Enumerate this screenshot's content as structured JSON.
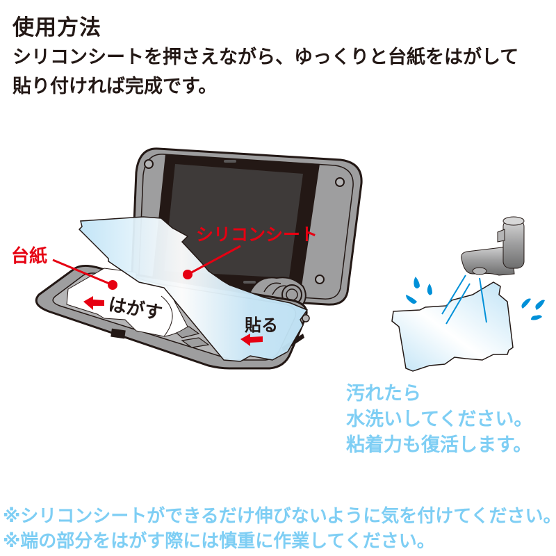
{
  "header": {
    "title": "使用方法",
    "instructions": [
      "シリコンシートを押さえながら、ゆっくりと台紙をはがして",
      "貼り付ければ完成です。"
    ]
  },
  "illustration": {
    "labels": {
      "backing_paper": "台紙",
      "silicon_sheet": "シリコンシート",
      "peel": "はがす",
      "attach": "貼る"
    },
    "wash_note": [
      "汚れたら",
      "水洗いしてください。",
      "粘着力も復活します。"
    ]
  },
  "notes": [
    "※シリコンシートができるだけ伸びないように気を付けてください。",
    "※端の部分をはがす際には慎重に作業してください。"
  ],
  "colors": {
    "text": "#231815",
    "label_red": "#e60012",
    "note_blue": "#7ecef4",
    "device_gray": "#9e9e9f",
    "device_outline": "#231815",
    "screen": "#3e3a39",
    "sheet_blue": "#bfe3f6",
    "water_blue": "#0090d8"
  }
}
